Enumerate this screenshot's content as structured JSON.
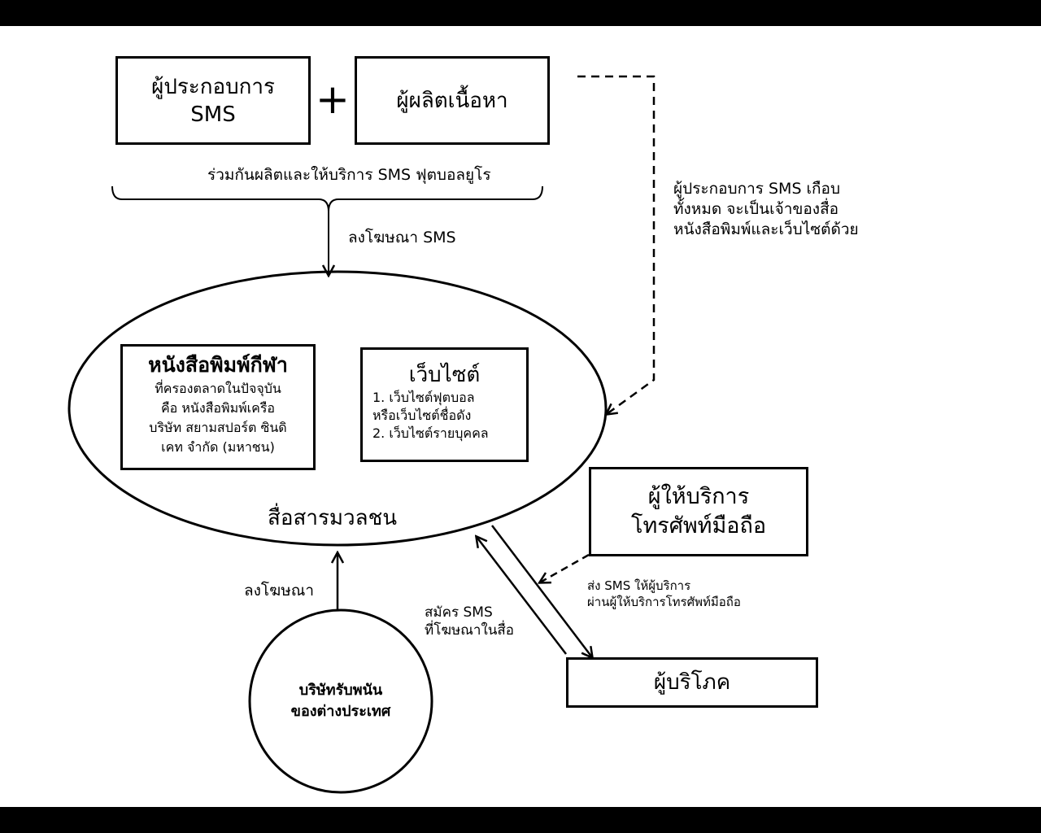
{
  "top": {
    "sms_operator": [
      "ผู้ประกอบการ",
      "SMS"
    ],
    "plus": "+",
    "content_producer": "ผู้ผลิตเนื้อหา",
    "joint_label": "ร่วมกันผลิตและให้บริการ SMS ฟุตบอลยูโร",
    "advertise_sms": "ลงโฆษณา SMS",
    "owner_note": [
      "ผู้ประกอบการ SMS เกือบ",
      "ทั้งหมด จะเป็นเจ้าของสื่อ",
      "หนังสือพิมพ์และเว็บไซต์ด้วย"
    ]
  },
  "mass_media": {
    "label": "สื่อสารมวลชน",
    "newspaper": {
      "title": "หนังสือพิมพ์กีฬา",
      "lines": [
        "ที่ครองตลาดในปัจจุบัน",
        "คือ หนังสือพิมพ์เครือ",
        "บริษัท สยามสปอร์ต ซินดิ",
        "เคท จำกัด (มหาชน)"
      ]
    },
    "website": {
      "title": "เว็บไซต์",
      "lines": [
        "1. เว็บไซต์ฟุตบอล",
        "หรือเว็บไซต์ชื่อดัง",
        "2. เว็บไซต์รายบุคคล"
      ]
    }
  },
  "mobile_provider": [
    "ผู้ให้บริการ",
    "โทรศัพท์มือถือ"
  ],
  "send_sms_label": [
    "ส่ง SMS ให้ผู้บริการ",
    "ผ่านผู้ให้บริการโทรศัพท์มือถือ"
  ],
  "subscribe_label": [
    "สมัคร SMS",
    "ที่โฆษณาในสื่อ"
  ],
  "consumer": "ผู้บริโภค",
  "advertise_label": "ลงโฆษณา",
  "gambling_company": [
    "บริษัทรับพนัน",
    "ของต่างประเทศ"
  ]
}
